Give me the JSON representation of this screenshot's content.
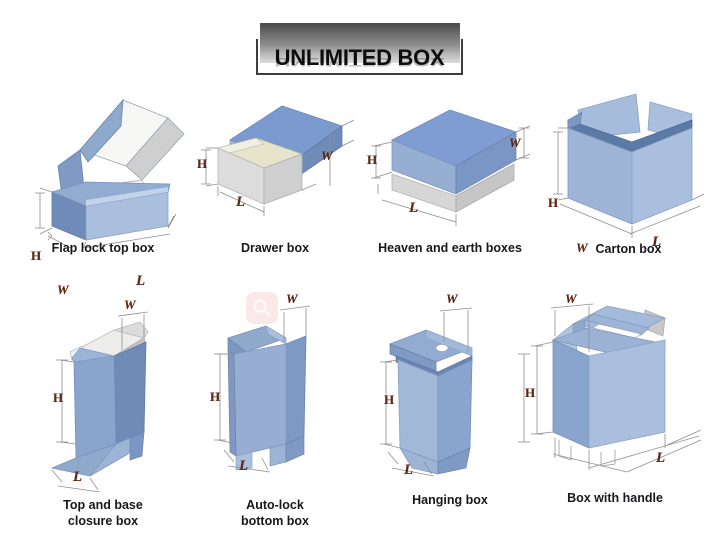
{
  "title": {
    "text": "UNLIMITED BOX"
  },
  "dimension_letters": {
    "height": "H",
    "width": "W",
    "length": "L"
  },
  "colors": {
    "box_blue_light": "#a9bfdd",
    "box_blue_mid": "#8fa9cd",
    "box_blue_dark": "#6f8cb8",
    "box_blue_top": "#7b9ad0",
    "box_white": "#f4f4f2",
    "box_gray": "#d4d4d4",
    "box_cream": "#e6e5cc",
    "dim_letter": "#5e2a17",
    "dim_line": "#8a8a8a",
    "caption": "#18181c",
    "watermark_bg": "#fbe9e9"
  },
  "watermark": {
    "icon": "search-icon"
  },
  "boxes": [
    {
      "id": "flap-lock-top-box",
      "caption": "Flap lock top box",
      "dims": [
        "H",
        "W",
        "L"
      ]
    },
    {
      "id": "drawer-box",
      "caption": "Drawer box",
      "dims": [
        "H",
        "W",
        "L"
      ]
    },
    {
      "id": "heaven-and-earth-boxes",
      "caption": "Heaven and earth boxes",
      "dims": [
        "H",
        "W",
        "L"
      ]
    },
    {
      "id": "carton-box",
      "caption": "Carton box",
      "dims": [
        "H",
        "W",
        "L"
      ]
    },
    {
      "id": "top-and-base-closure-box",
      "caption": "Top and base closure box",
      "caption_line1": "Top and base",
      "caption_line2": "closure box",
      "dims": [
        "H",
        "W",
        "L"
      ]
    },
    {
      "id": "auto-lock-bottom-box",
      "caption": "Auto-lock bottom box",
      "caption_line1": "Auto-lock",
      "caption_line2": "bottom box",
      "dims": [
        "H",
        "W",
        "L"
      ]
    },
    {
      "id": "hanging-box",
      "caption": "Hanging box",
      "dims": [
        "H",
        "W",
        "L"
      ]
    },
    {
      "id": "box-with-handle",
      "caption": "Box with handle",
      "dims": [
        "H",
        "W",
        "L"
      ]
    }
  ]
}
